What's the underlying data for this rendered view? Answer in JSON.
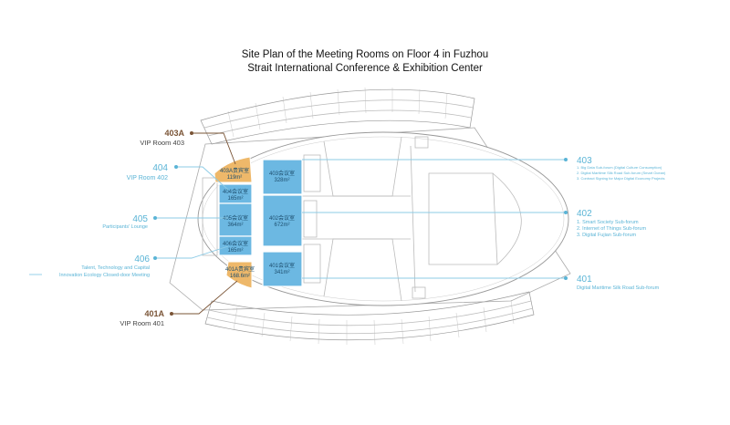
{
  "title": {
    "line1": "Site Plan of the Meeting Rooms on Floor 4 in Fuzhou",
    "line2": "Strait International Conference & Exhibition Center"
  },
  "colors": {
    "accent_blue": "#5ab4d6",
    "vip_orange": "#eeb86a",
    "room_blue": "#6cb8e2",
    "brown": "#7a5436"
  },
  "rooms": {
    "r403": {
      "name": "403会议室",
      "area": "328m²"
    },
    "r402": {
      "name": "402会议室",
      "area": "672m²"
    },
    "r401": {
      "name": "401会议室",
      "area": "341m²"
    },
    "r404": {
      "name": "404会议室",
      "area": "165m²"
    },
    "r405": {
      "name": "405会议室",
      "area": "364m²"
    },
    "r406": {
      "name": "406会议室",
      "area": "165m²"
    },
    "r403a": {
      "name": "403A贵宾室",
      "area": "119m²"
    },
    "r401a": {
      "name": "401A贵宾室",
      "area": "168.6m²"
    }
  },
  "left_labels": {
    "l403a": {
      "num": "403A",
      "desc": "VIP Room 403"
    },
    "l404": {
      "num": "404",
      "desc": "VIP Room 402"
    },
    "l405": {
      "num": "405",
      "desc": "Participants' Lounge"
    },
    "l406": {
      "num": "406",
      "desc1": "Talent, Technology and Capital",
      "desc2": "Innovation Ecology Closed-door Meeting"
    },
    "l401a": {
      "num": "401A",
      "desc": "VIP Room 401"
    }
  },
  "right_labels": {
    "l403": {
      "num": "403",
      "items": [
        "1. Big Data Sub-forum (Digital Culture Consumption)",
        "2. Digital Maritime Silk Road Sub-forum (Smart Ocean)",
        "3. Contract Signing for Major Digital Economy Projects"
      ]
    },
    "l402": {
      "num": "402",
      "items": [
        "1. Smart Society Sub-forum",
        "2. Internet of Things Sub-forum",
        "3. Digital Fujian Sub-forum"
      ]
    },
    "l401": {
      "num": "401",
      "desc": "Digital Maritime Silk Road Sub-forum"
    }
  }
}
